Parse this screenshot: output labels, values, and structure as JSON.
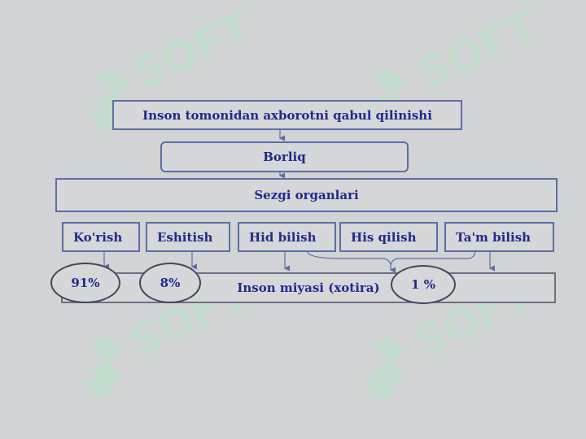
{
  "diagram": {
    "title": "Inson tomonidan axborotni qabul qilinishi",
    "reality": "Borliq",
    "sense_organs": "Sezgi  organlari",
    "senses": [
      {
        "label": "Ko'rish"
      },
      {
        "label": "Eshitish"
      },
      {
        "label": "Hid bilish"
      },
      {
        "label": "His  qilish"
      },
      {
        "label": "Ta'm bilish"
      }
    ],
    "brain": "Inson miyasi (xotira)",
    "percentages": {
      "sight": "91%",
      "hearing": "8%",
      "others": "1 %"
    }
  },
  "watermark": {
    "text": "SOFT",
    "color": "#b7e3c8"
  },
  "colors": {
    "background": "#d2d3d5",
    "box_border": "#5b6ea6",
    "text": "#1f2a8c"
  }
}
